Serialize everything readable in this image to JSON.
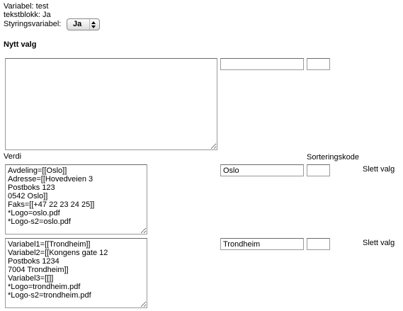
{
  "info": {
    "variable": "Variabel: test",
    "tekstblokk": "tekstblokk: Ja",
    "styring_label": "Styringsvariabel:"
  },
  "styring_select": {
    "value": "Ja"
  },
  "new_choice": {
    "heading": "Nytt valg",
    "text": "",
    "value": "",
    "sort": ""
  },
  "labels": {
    "verdi": "Verdi",
    "sorteringskode": "Sorteringskode"
  },
  "rows": [
    {
      "text": "Avdeling=[[Oslo]]\nAdresse=[[Hovedveien 3\nPostboks 123\n0542 Oslo]]\nFaks=[[+47 22 23 24 25]]\n*Logo=oslo.pdf\n*Logo-s2=oslo.pdf",
      "value": "Oslo",
      "sort": "",
      "delete_label": "Slett valg"
    },
    {
      "text": "Variabel1=[[Trondheim]]\nVariabel2=[[Kongens gate 12\nPostboks 1234\n7004 Trondheim]]\nVariabel3=[[]]\n*Logo=trondheim.pdf\n*Logo-s2=trondheim.pdf",
      "value": "Trondheim",
      "sort": "",
      "delete_label": "Slett valg"
    }
  ]
}
